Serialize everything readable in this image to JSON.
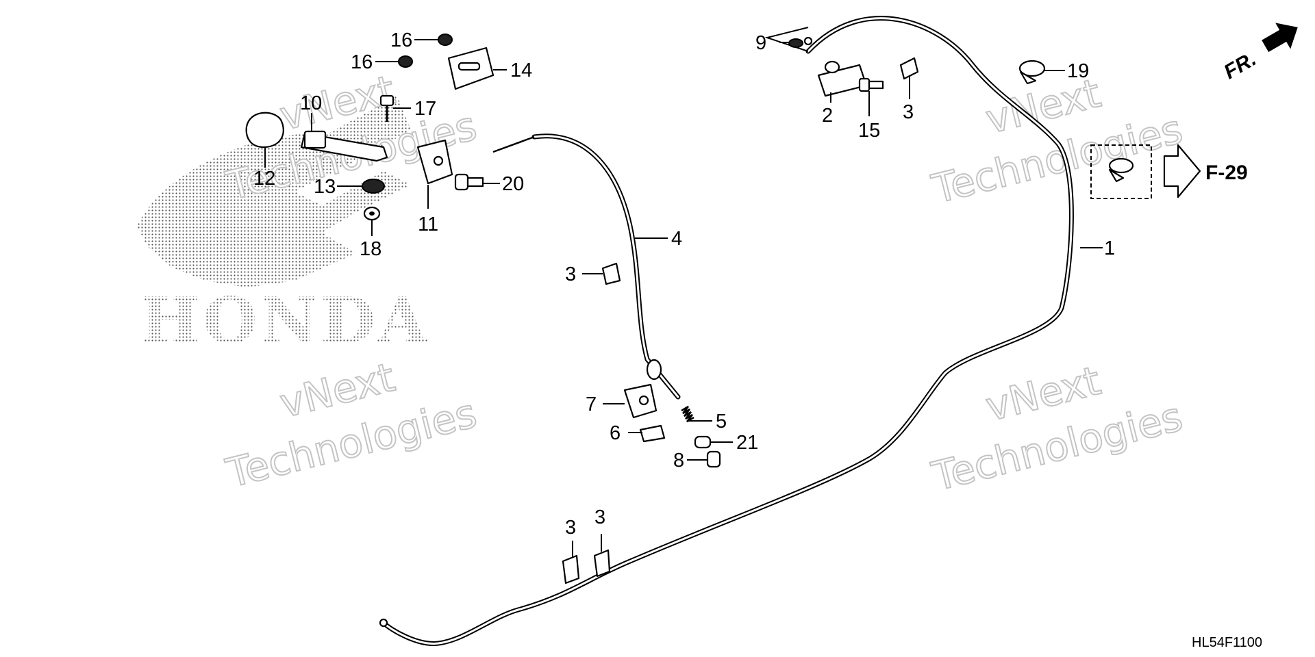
{
  "diagram": {
    "drawing_code": "HL54F1100",
    "direction_label": "FR.",
    "reference_label": "F-29",
    "logo_text": "HONDA",
    "watermark": {
      "line1": "vNext",
      "line2": "Technologies"
    },
    "callouts": {
      "c1": "1",
      "c2": "2",
      "c3a": "3",
      "c3b": "3",
      "c3c": "3",
      "c3d": "3",
      "c4": "4",
      "c5": "5",
      "c6": "6",
      "c7": "7",
      "c8": "8",
      "c9": "9",
      "c10": "10",
      "c11": "11",
      "c12": "12",
      "c13": "13",
      "c14": "14",
      "c15": "15",
      "c16a": "16",
      "c16b": "16",
      "c17": "17",
      "c18": "18",
      "c19": "19",
      "c20": "20",
      "c21": "21"
    }
  }
}
